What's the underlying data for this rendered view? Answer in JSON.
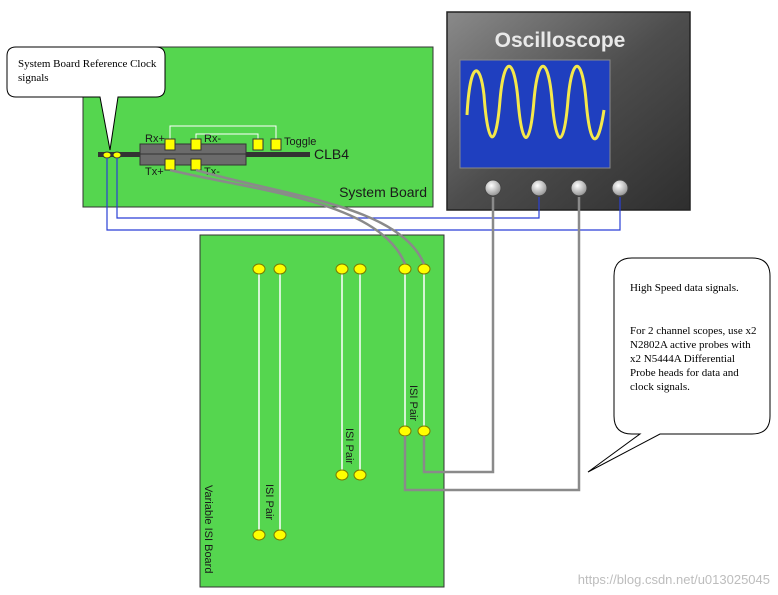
{
  "callouts": {
    "reference_clock": "System Board Reference Clock signals",
    "high_speed": "High Speed data signals.",
    "channel_note": "For 2 channel scopes, use x2 N2802A active probes with x2 N5444A Differential Probe heads for data and clock signals."
  },
  "oscilloscope": {
    "title": "Oscilloscope"
  },
  "system_board": {
    "label": "System Board",
    "connector": "CLB4",
    "pins": {
      "rx_plus": "Rx+",
      "rx_minus": "Rx-",
      "tx_plus": "Tx+",
      "tx_minus": "Tx-",
      "toggle": "Toggle"
    }
  },
  "isi_board": {
    "label": "Variable ISI Board",
    "pair_label": "ISI Pair"
  },
  "watermark": "https://blog.csdn.net/u013025045",
  "colors": {
    "board_green": "#55d64f",
    "pad_yellow": "#ffff00",
    "screen_blue": "#1f3fbf",
    "wave_yellow": "#f5e84a",
    "probe_cable": "#8a8a8a",
    "clock_line": "#2a3fd6"
  }
}
